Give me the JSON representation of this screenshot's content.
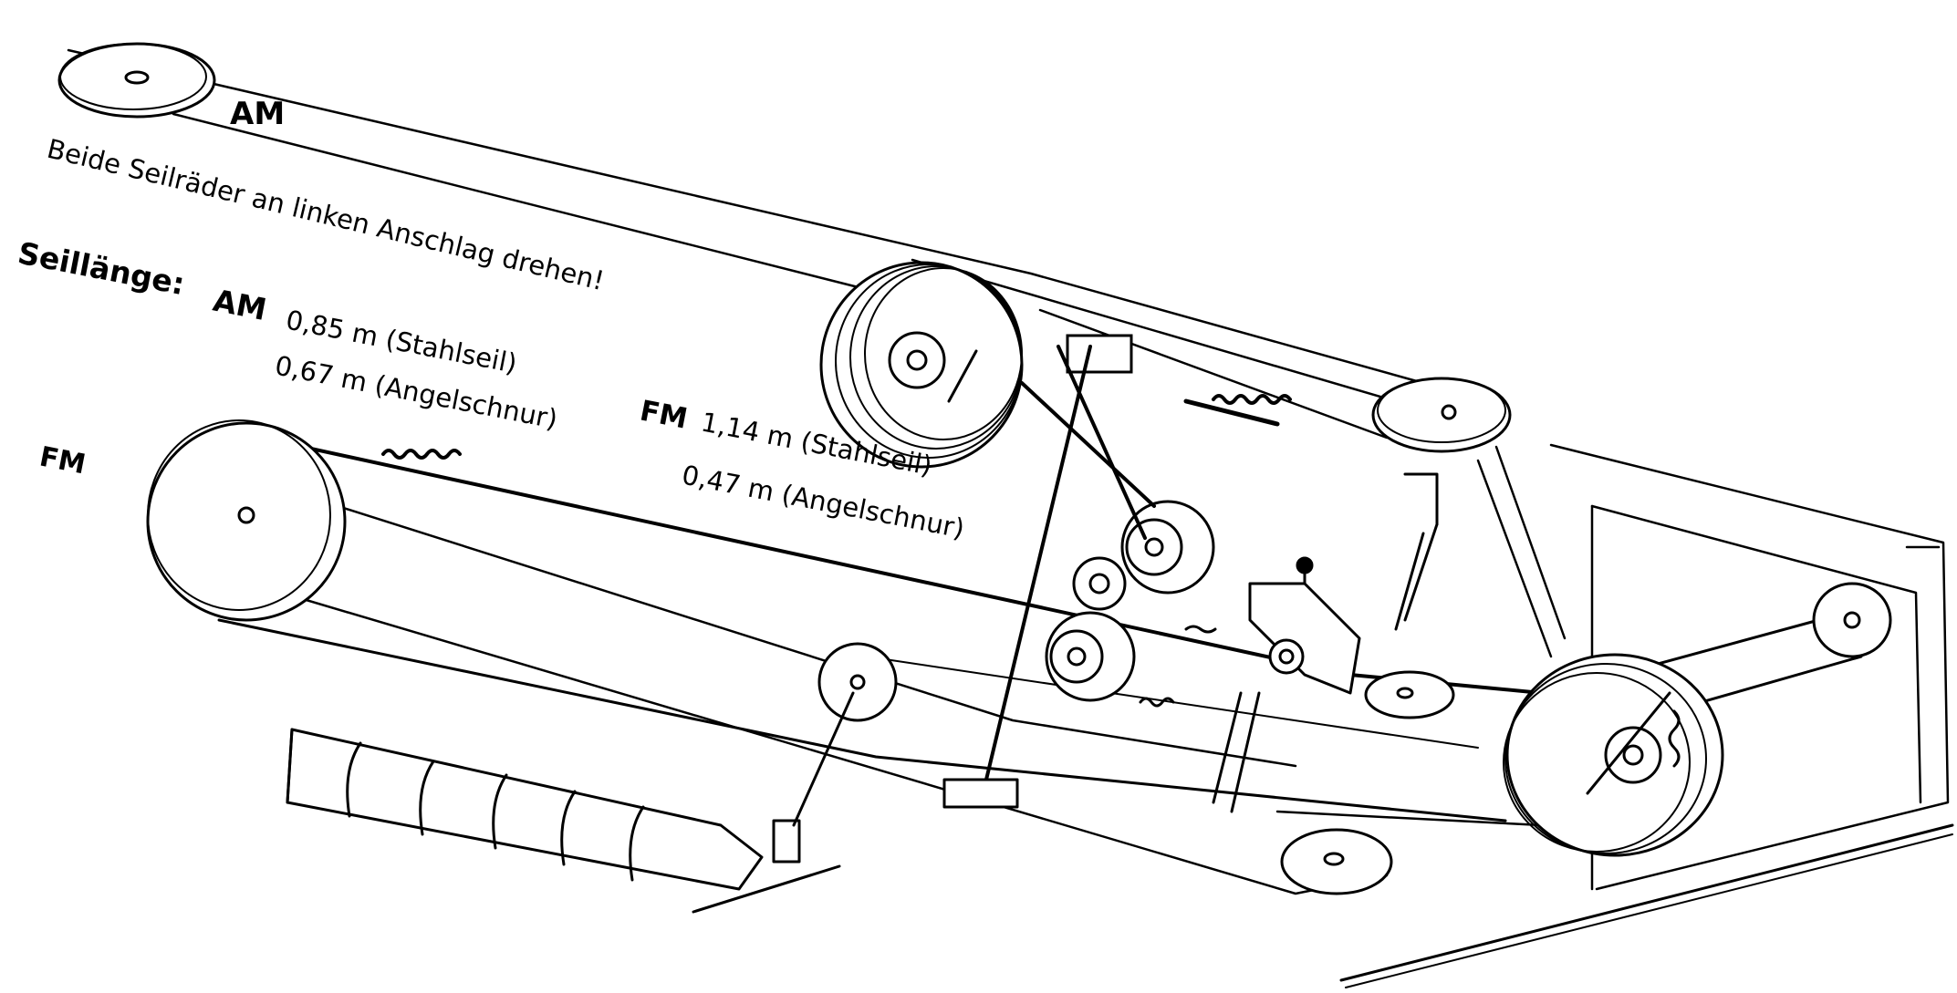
{
  "labels": {
    "am_top": "AM",
    "instruction": "Beide Seilräder an linken Anschlag drehen!",
    "length_prefix": "Seillänge:",
    "length_am": "AM",
    "am_steel": "0,85 m (Stahlseil)",
    "am_fishing_line": "0,67 m (Angelschnur)",
    "fm_left": "FM",
    "fm_mid": "FM",
    "fm_steel": "1,14 m (Stahlseil)",
    "fm_fishing_line": "0,47 m (Angelschnur)"
  },
  "colors": {
    "ink": "#000000",
    "paper": "#ffffff"
  }
}
